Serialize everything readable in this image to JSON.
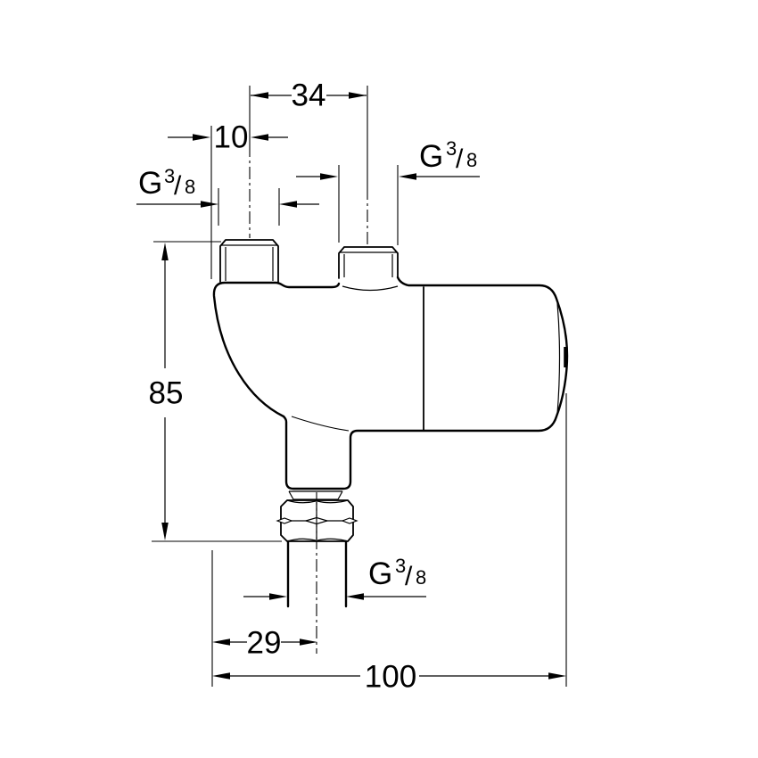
{
  "drawing": {
    "units_note": "",
    "colors": {
      "line": "#000000",
      "background": "#ffffff"
    },
    "dimensions": {
      "inlet_center_distance": "34",
      "inlet_edge_offset": "10",
      "body_height": "85",
      "outlet_center_offset": "29",
      "total_length": "100"
    },
    "thread_label": {
      "prefix": "G",
      "numerator": "3",
      "slash": "/",
      "denominator": "8"
    }
  }
}
